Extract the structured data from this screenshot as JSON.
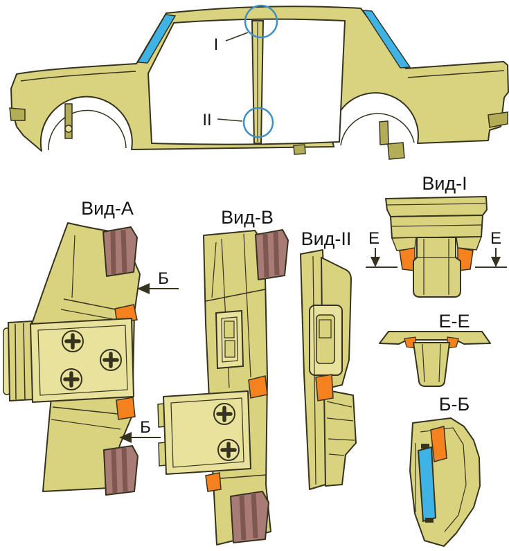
{
  "diagram": {
    "car": {
      "marker_i": "I",
      "marker_ii": "II"
    },
    "views": {
      "view_a": {
        "label": "Вид-А",
        "arrow_top": "Б",
        "arrow_bottom": "Б"
      },
      "view_b": {
        "label": "Вид-В"
      },
      "view_ii": {
        "label": "Вид-II"
      },
      "view_i": {
        "label": "Вид-I",
        "arrow_left": "Е",
        "arrow_right": "Е"
      },
      "section_ee": {
        "label": "Е-Е"
      },
      "section_bb": {
        "label": "Б-Б"
      }
    }
  },
  "colors": {
    "body": "#d9d37f",
    "body_light": "#e8e29d",
    "body_dark": "#b4ad58",
    "outline": "#35331f",
    "orange": "#f5821f",
    "rubber": "#a97b75",
    "rubber_dark": "#7e5751",
    "glass": "#3fb3e6",
    "marker": "#3f8fc6",
    "label": "#141414",
    "background": "#ffffff"
  }
}
